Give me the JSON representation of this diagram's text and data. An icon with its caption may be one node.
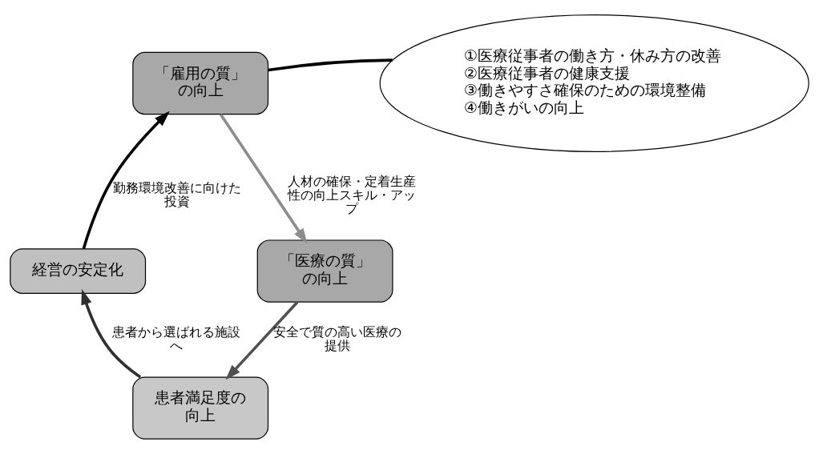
{
  "diagram": {
    "nodes": [
      {
        "text": [
          "「雇用の質」の向上"
        ]
      },
      {
        "text": [
          "「医療の質」の向上"
        ]
      },
      {
        "text": [
          "患者満足度の向上"
        ]
      },
      {
        "text": [
          "経営の安定化"
        ]
      },
      {
        "text": [
          "①医療従事者の働き方・休み方の改善",
          "②医療従事者の健康支援",
          "③働きやすさ確保のための環境整備",
          "④働きがいの向上"
        ]
      }
    ],
    "edges": [
      {
        "from": 0,
        "to": 1,
        "arrow": "to",
        "label": "人材の確保・定着生産性の向上スキル・アップ",
        "color": "#8c8c8c"
      },
      {
        "from": 1,
        "to": 2,
        "arrow": "to",
        "label": "安全で質の高い医療の提供",
        "color": "#505050"
      },
      {
        "from": 2,
        "to": 3,
        "arrow": "to",
        "label": "患者から選ばれる施設へ",
        "color": "#303030"
      },
      {
        "from": 3,
        "to": 0,
        "arrow": "to",
        "label": "勤務環境改善に向けた投資",
        "color": "#000000"
      },
      {
        "from": 4,
        "to": 0,
        "arrow": "none"
      }
    ]
  }
}
